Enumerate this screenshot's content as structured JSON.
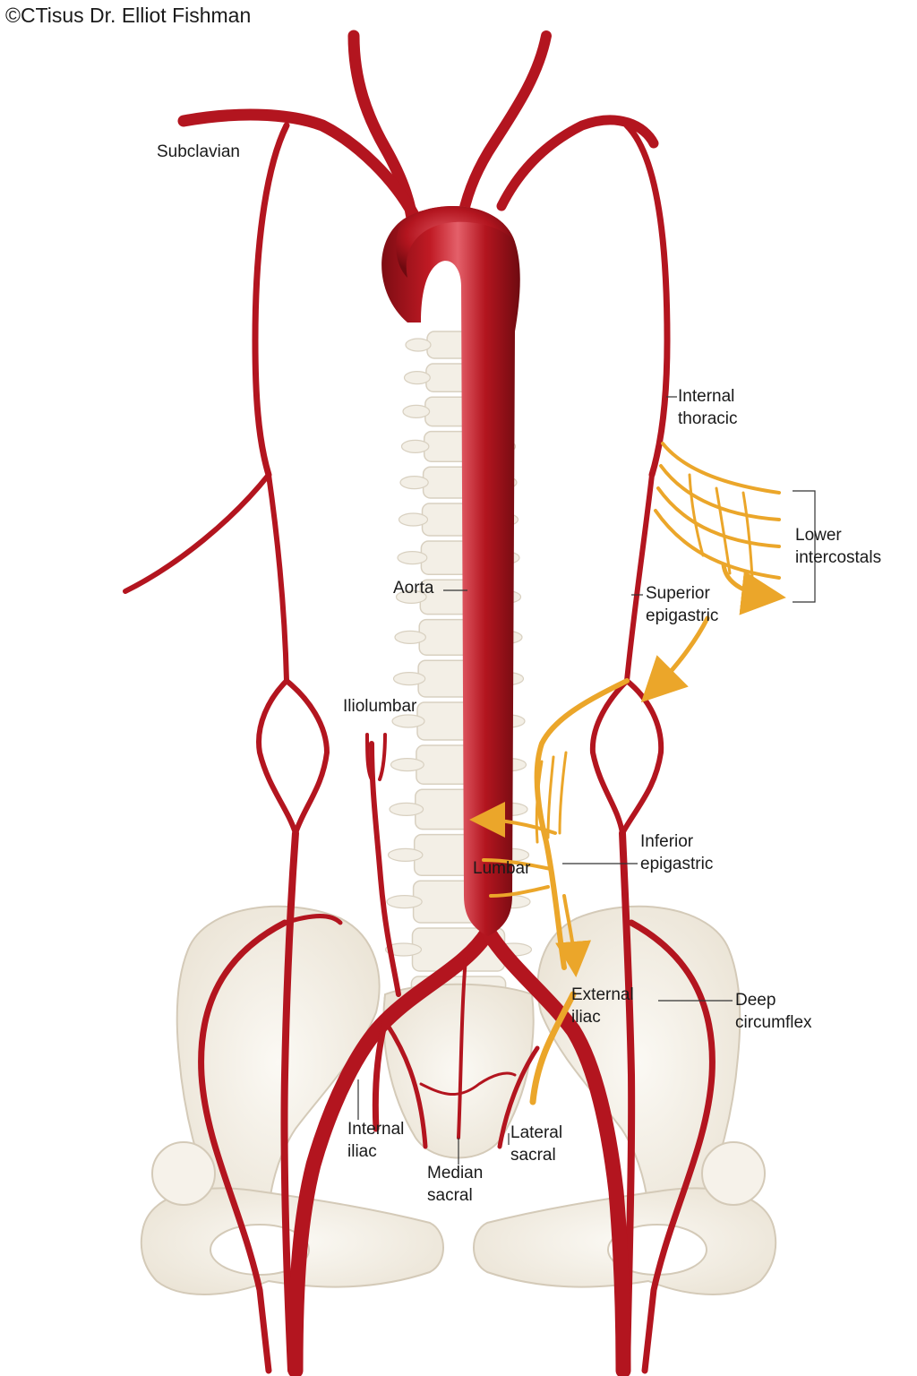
{
  "copyright": "©CTisus Dr. Elliot Fishman",
  "colors": {
    "artery": "#b3151f",
    "artery_dark": "#7d0c13",
    "artery_light": "#e05560",
    "collateral": "#eba62a",
    "bone": "#f3efe6",
    "bone_edge": "#d8d0c0",
    "background": "#ffffff"
  },
  "labels": {
    "subclavian": "Subclavian",
    "internal_thoracic_1": "Internal",
    "internal_thoracic_2": "thoracic",
    "lower_intercostals_1": "Lower",
    "lower_intercostals_2": "intercostals",
    "aorta": "Aorta",
    "superior_epigastric_1": "Superior",
    "superior_epigastric_2": "epigastric",
    "iliolumbar": "Iliolumbar",
    "inferior_epigastric_1": "Inferior",
    "inferior_epigastric_2": "epigastric",
    "lumbar": "Lumbar",
    "external_iliac_1": "External",
    "external_iliac_2": "iliac",
    "deep_circumflex_1": "Deep",
    "deep_circumflex_2": "circumflex",
    "internal_iliac_1": "Internal",
    "internal_iliac_2": "iliac",
    "lateral_sacral_1": "Lateral",
    "lateral_sacral_2": "sacral",
    "median_sacral_1": "Median",
    "median_sacral_2": "sacral"
  }
}
